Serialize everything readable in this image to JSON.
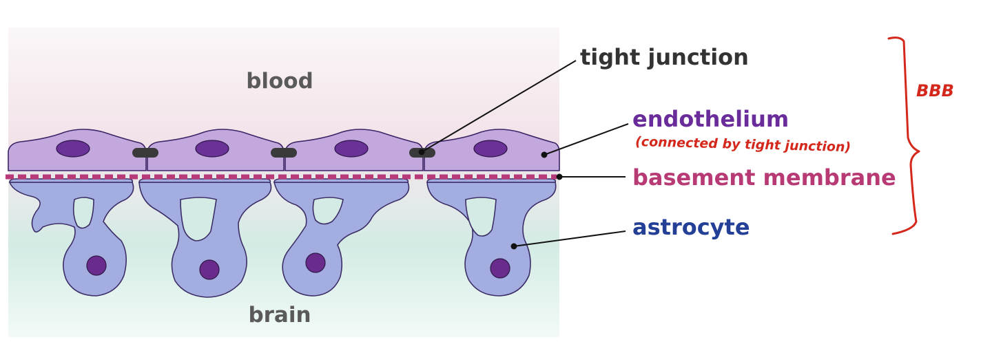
{
  "regions": {
    "top": "blood",
    "bottom": "brain"
  },
  "labels": {
    "tight_junction": "tight junction",
    "endothelium": "endothelium",
    "basement_membrane": "basement membrane",
    "astrocyte": "astrocyte"
  },
  "annotations": {
    "endothelium_note": "(connected by tight junction)",
    "bracket_label": "BBB"
  },
  "colors": {
    "blood_tint": "#f3e6ec",
    "brain_tint": "#d6ece6",
    "endothelial_cell": "#c3a8dd",
    "nucleus": "#6a3296",
    "tight_junction": "#3a3a3a",
    "basement_membrane": "#b83a78",
    "astrocyte": "#a3addf",
    "astrocyte_nucleus": "#6a2c8c",
    "label_dark": "#333333",
    "label_endothelium": "#6a2c9a",
    "label_basement": "#b73a74",
    "label_astrocyte": "#233f96",
    "annotation_red": "#d4281c"
  }
}
